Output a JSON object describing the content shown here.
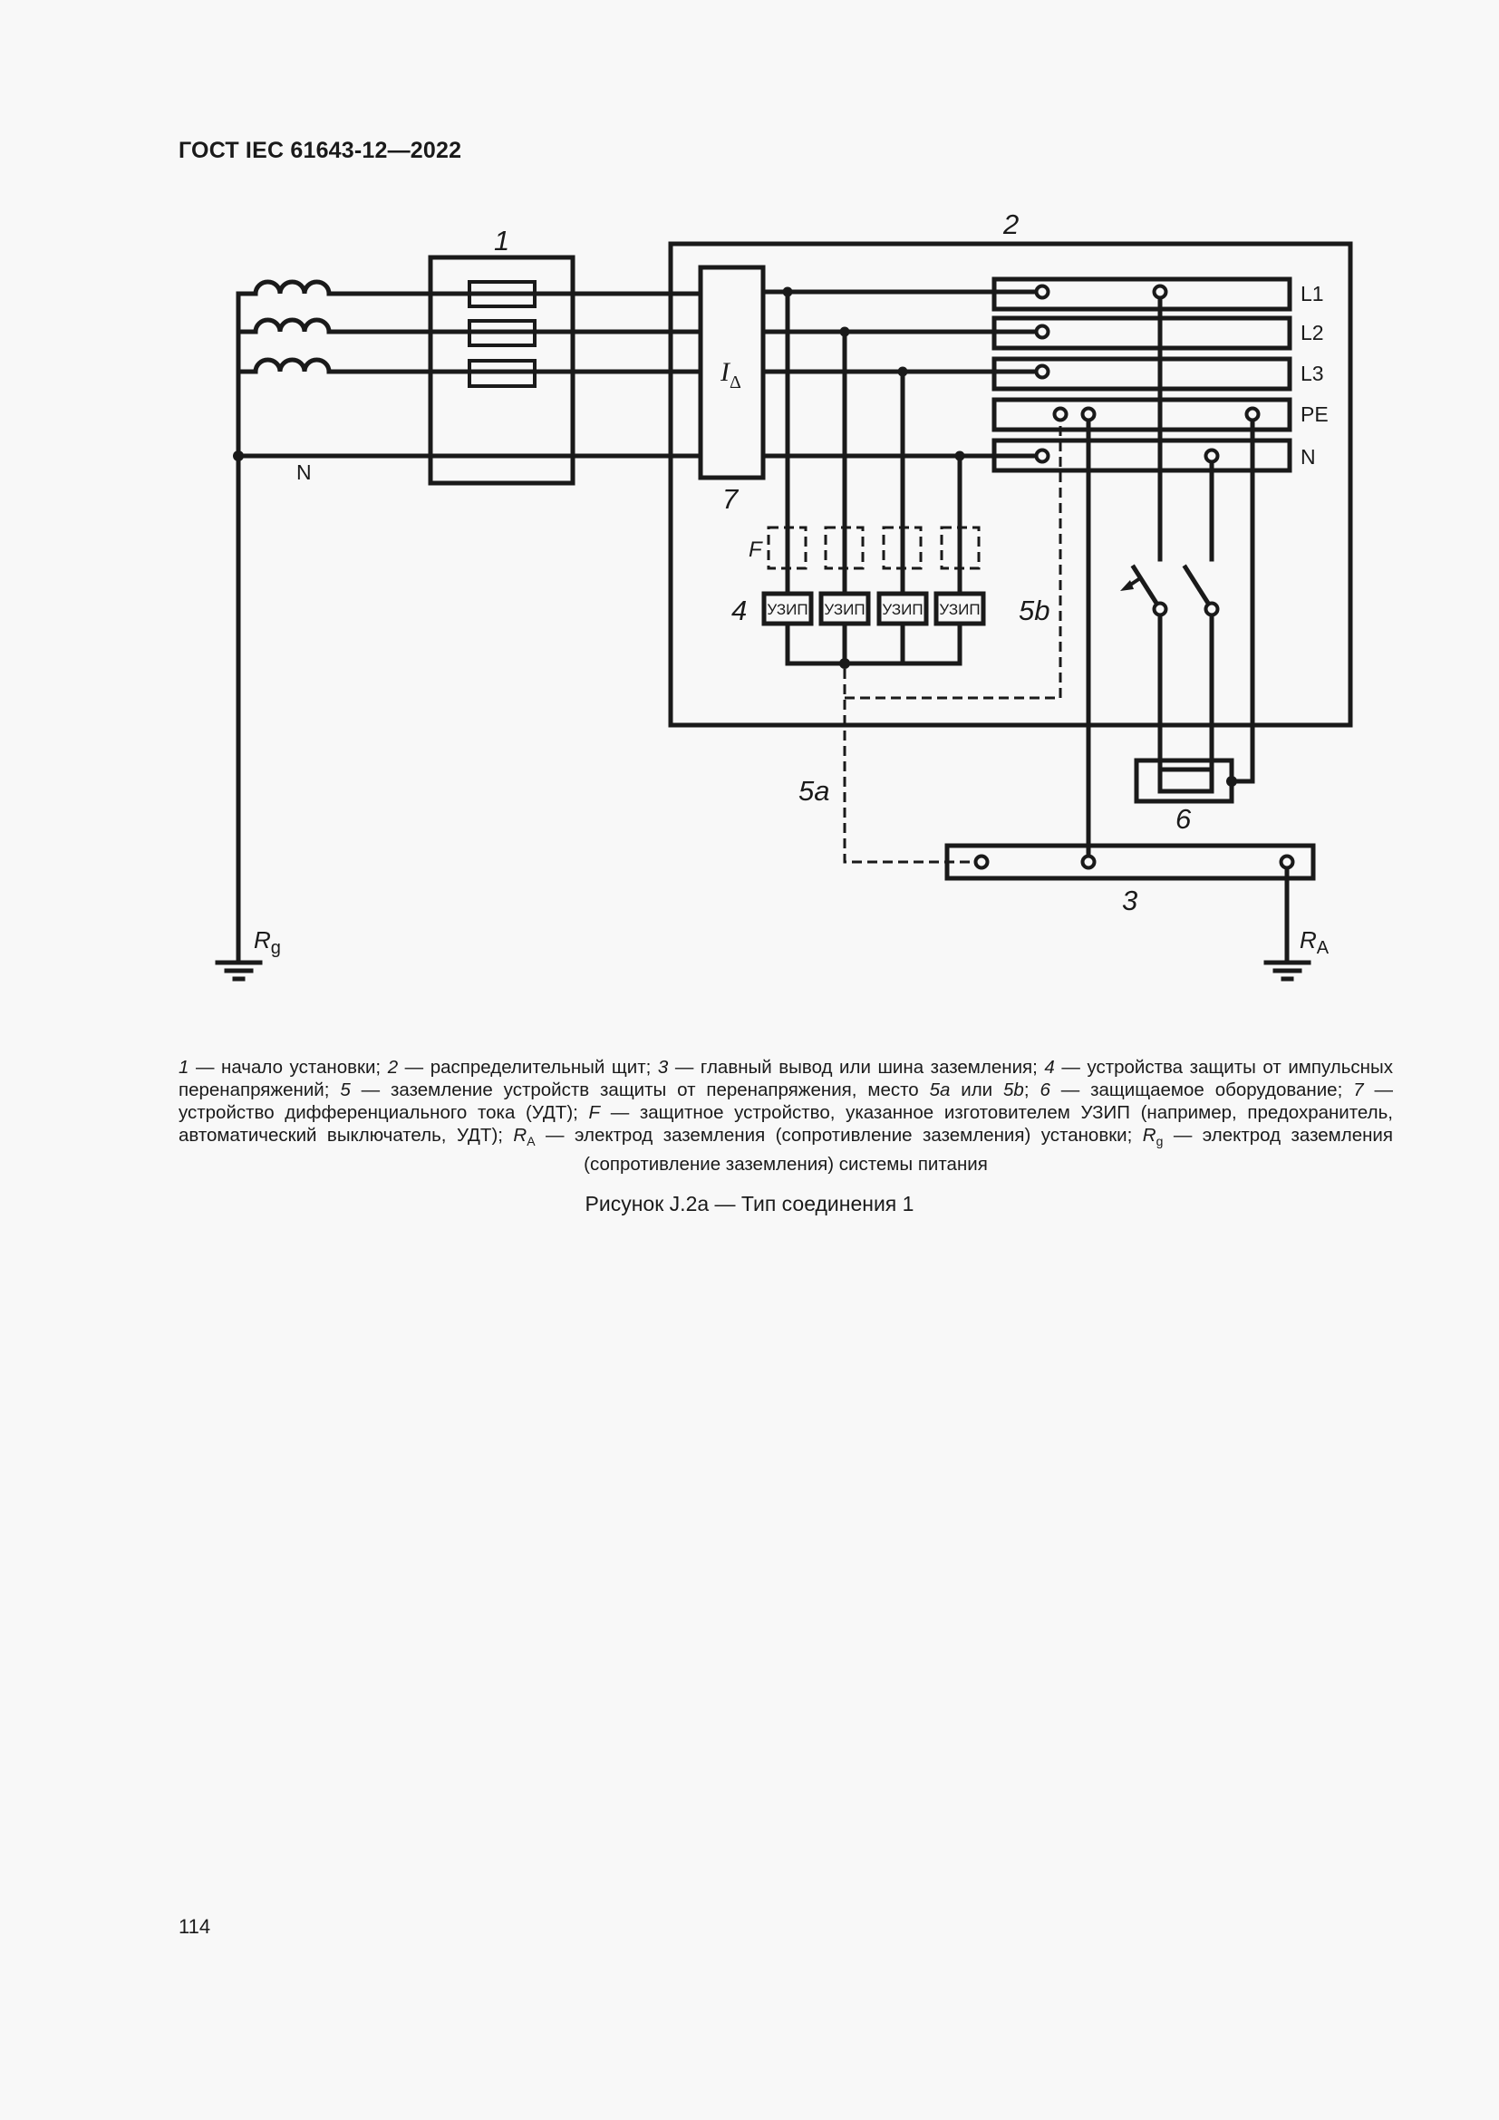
{
  "header": {
    "standard_id": "ГОСТ IEC 61643-12—2022"
  },
  "diagram": {
    "labels": {
      "installation_origin": "1",
      "distribution_board": "2",
      "earthing_bar": "3",
      "spd": "4",
      "spd_earthing_5a": "5a",
      "spd_earthing_5b": "5b",
      "protected_equipment": "6",
      "rcd": "7",
      "fuse": "F",
      "rcd_symbol": "I",
      "rcd_symbol_sub": "Δ",
      "neutral_source": "N",
      "rg": "R",
      "rg_sub": "g",
      "ra": "R",
      "ra_sub": "A"
    },
    "busbars": [
      "L1",
      "L2",
      "L3",
      "PE",
      "N"
    ],
    "spd_units": [
      "УЗИП",
      "УЗИП",
      "УЗИП",
      "УЗИП"
    ]
  },
  "legend": {
    "parts": [
      {
        "i": "1"
      },
      {
        "t": " — начало установки; "
      },
      {
        "i": "2"
      },
      {
        "t": " — распределительный щит; "
      },
      {
        "i": "3"
      },
      {
        "t": " — главный вывод или шина заземления; "
      },
      {
        "i": "4"
      },
      {
        "t": " — устройства защиты от импульсных перенапряжений; "
      },
      {
        "i": "5"
      },
      {
        "t": " — заземление устройств защиты от перенапряжения, место "
      },
      {
        "i": "5a"
      },
      {
        "t": " или "
      },
      {
        "i": "5b"
      },
      {
        "t": "; "
      },
      {
        "i": "6"
      },
      {
        "t": " — защищаемое оборудование; "
      },
      {
        "i": "7"
      },
      {
        "t": " — устройство дифференциального тока (УДТ); "
      },
      {
        "i": "F"
      },
      {
        "t": " — защитное устройство, указанное изготовителем УЗИП (например, предохранитель, автоматический выключатель, УДТ); "
      },
      {
        "i": "R",
        "sub": "A"
      },
      {
        "t": " — электрод заземления (сопротивление заземления) установки; "
      },
      {
        "i": "R",
        "sub": "g"
      },
      {
        "t": " — электрод заземления (сопротивление заземления) системы питания"
      }
    ]
  },
  "figure": {
    "caption": "Рисунок J.2a — Тип соединения 1"
  },
  "footer": {
    "page_number": "114"
  }
}
